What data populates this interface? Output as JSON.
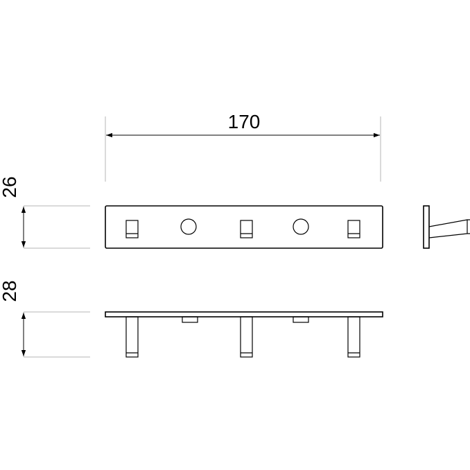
{
  "dimensions": {
    "width": "170",
    "front_height": "26",
    "depth": "28"
  },
  "colors": {
    "line": "#000000",
    "extension_line": "#b5b5b5",
    "background": "#ffffff"
  }
}
